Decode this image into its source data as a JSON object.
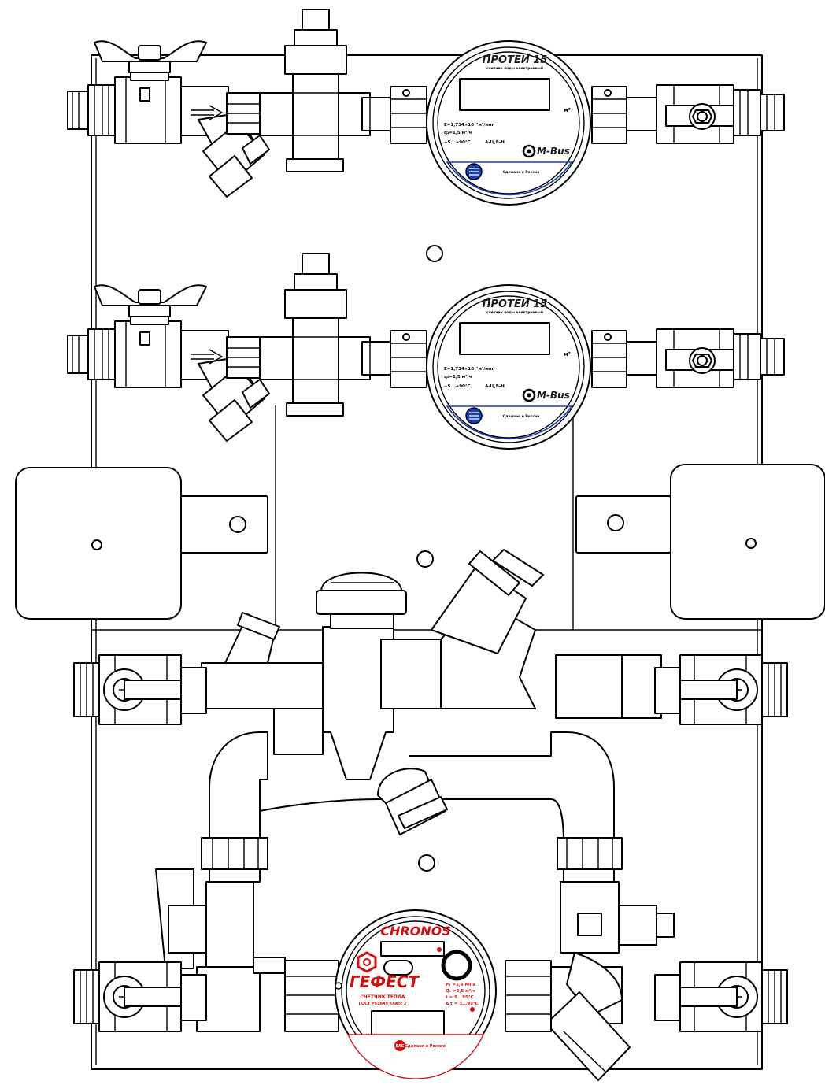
{
  "meters": [
    {
      "brand": "ПРОТЕЙ 15",
      "subtitle": "счетчик воды электронный",
      "spec_1": "Е=1,734×10⁻³м³/имп",
      "spec_2": "q₂=1,5 м³/ч",
      "spec_3": "+5...+90°С",
      "spec_4": "А-Ц,В-Н",
      "unit": "м³",
      "logo": "M-Bus",
      "footer": "Сделано в России"
    },
    {
      "brand": "ПРОТЕЙ 15",
      "subtitle": "счетчик воды электронный",
      "spec_1": "Е=1,734×10⁻³м³/имп",
      "spec_2": "q₂=1,5 м³/ч",
      "spec_3": "+5...+90°С",
      "spec_4": "А-Ц,В-Н",
      "unit": "м³",
      "logo": "M-Bus",
      "footer": "Сделано в России"
    }
  ],
  "heat_meter": {
    "brand": "CHRONOS",
    "model": "ГЕФЕСТ",
    "type": "СЧЕТЧИК ТЕПЛА",
    "standard": "ГОСТ Р51649 класс 2",
    "param_1": "P₁ =1,6 MПа",
    "param_2": "Q₁ =3,5 м³/ч",
    "param_3": "t = 5...95°С",
    "param_4": "Δ t = 3...95°С",
    "footer": "Сделано в России",
    "logo_mark": "ГЕФЕСТ-logo"
  },
  "colors": {
    "line": "#000000",
    "accent_blue": "#1a3fb0",
    "accent_red": "#d01010"
  },
  "icons": [
    "flow-arrow-icon",
    "plus-screw-icon",
    "mbus-logo-icon"
  ]
}
